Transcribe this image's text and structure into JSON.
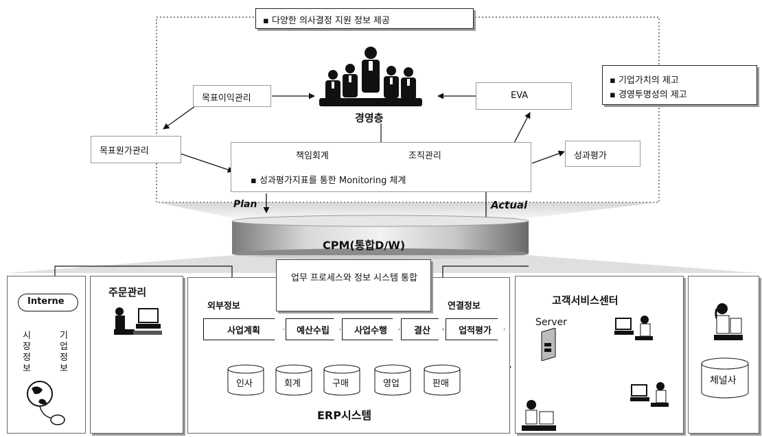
{
  "top_note": "▪ 다양한 의사결정 지원 정보 제공",
  "right_note": [
    "▪ 기업가치의 제고",
    "▪ 경영투명성의 제고"
  ],
  "exec": {
    "label": "경영층",
    "left_input": "목표이익관리",
    "right_input": "EVA",
    "cost_mgmt": "목표원가관리",
    "performance": "성과평가"
  },
  "monitor": {
    "item1": "책임회계",
    "item2": "조직관리",
    "note": "▪ 성과평가지표를 통한 Monitoring 체계"
  },
  "flow": {
    "plan": "Plan",
    "actual": "Actual"
  },
  "cpm": "CPM(통합D/W)",
  "integration": "업무 프로세스와 정보 시스템 통합",
  "internet": {
    "label": "Interne",
    "market_info": "시장정보",
    "company_info": "기업정보"
  },
  "order": {
    "title": "주문관리"
  },
  "erp": {
    "external": "외부정보",
    "linked": "연결정보",
    "processes": [
      "사업계획",
      "예산수립",
      "사업수행",
      "결산",
      "업적평가"
    ],
    "modules": [
      "인사",
      "회계",
      "구매",
      "영업",
      "판매"
    ],
    "title": "ERP시스템"
  },
  "cs": {
    "title": "고객서비스센터",
    "server": "Server"
  },
  "channel": {
    "label": "체널사"
  }
}
